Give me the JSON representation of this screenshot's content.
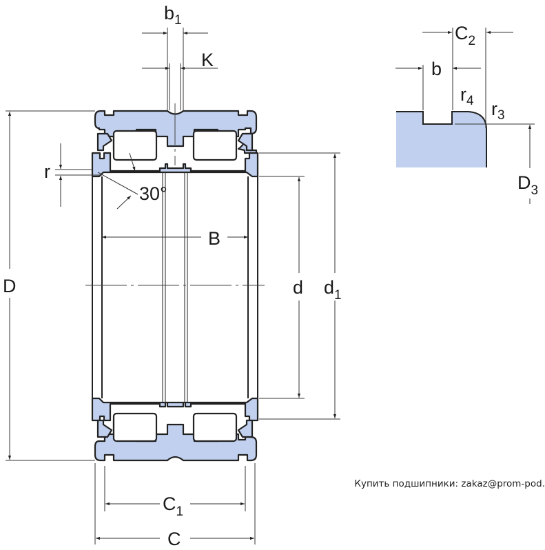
{
  "diagram": {
    "title": "Double row full complement cylindrical roller bearing dimension drawing",
    "labels": {
      "b1": {
        "main": "b",
        "sub": "1"
      },
      "K": {
        "main": "K"
      },
      "r": {
        "main": "r"
      },
      "angle": {
        "main": "30°"
      },
      "B": {
        "main": "B"
      },
      "D": {
        "main": "D"
      },
      "d": {
        "main": "d"
      },
      "d1": {
        "main": "d",
        "sub": "1"
      },
      "C1": {
        "main": "C",
        "sub": "1"
      },
      "C": {
        "main": "C"
      },
      "C2": {
        "main": "C",
        "sub": "2"
      },
      "b": {
        "main": "b"
      },
      "r4": {
        "main": "r",
        "sub": "4"
      },
      "r3": {
        "main": "r",
        "sub": "3"
      },
      "D3": {
        "main": "D",
        "sub": "3"
      }
    },
    "colors": {
      "section_fill": "#c1d0ee",
      "outline": "#222222"
    }
  },
  "footer": {
    "text": "Купить подшипники: zakaz@prom-pod."
  }
}
